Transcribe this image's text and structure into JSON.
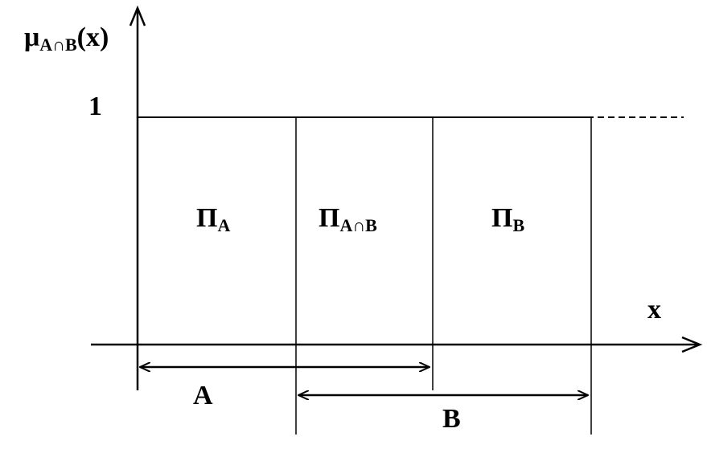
{
  "y_axis": {
    "label_main": "μ",
    "label_sub": "A∩B",
    "label_arg": "(x)",
    "tick_label": "1"
  },
  "x_axis": {
    "label": "x"
  },
  "regions": {
    "a": {
      "main": "П",
      "sub": "A"
    },
    "ab": {
      "main": "П",
      "sub": "A∩B"
    },
    "b": {
      "main": "П",
      "sub": "B"
    }
  },
  "intervals": {
    "a": "A",
    "b": "B"
  },
  "colors": {
    "ink": "#000000",
    "background": "#ffffff"
  }
}
